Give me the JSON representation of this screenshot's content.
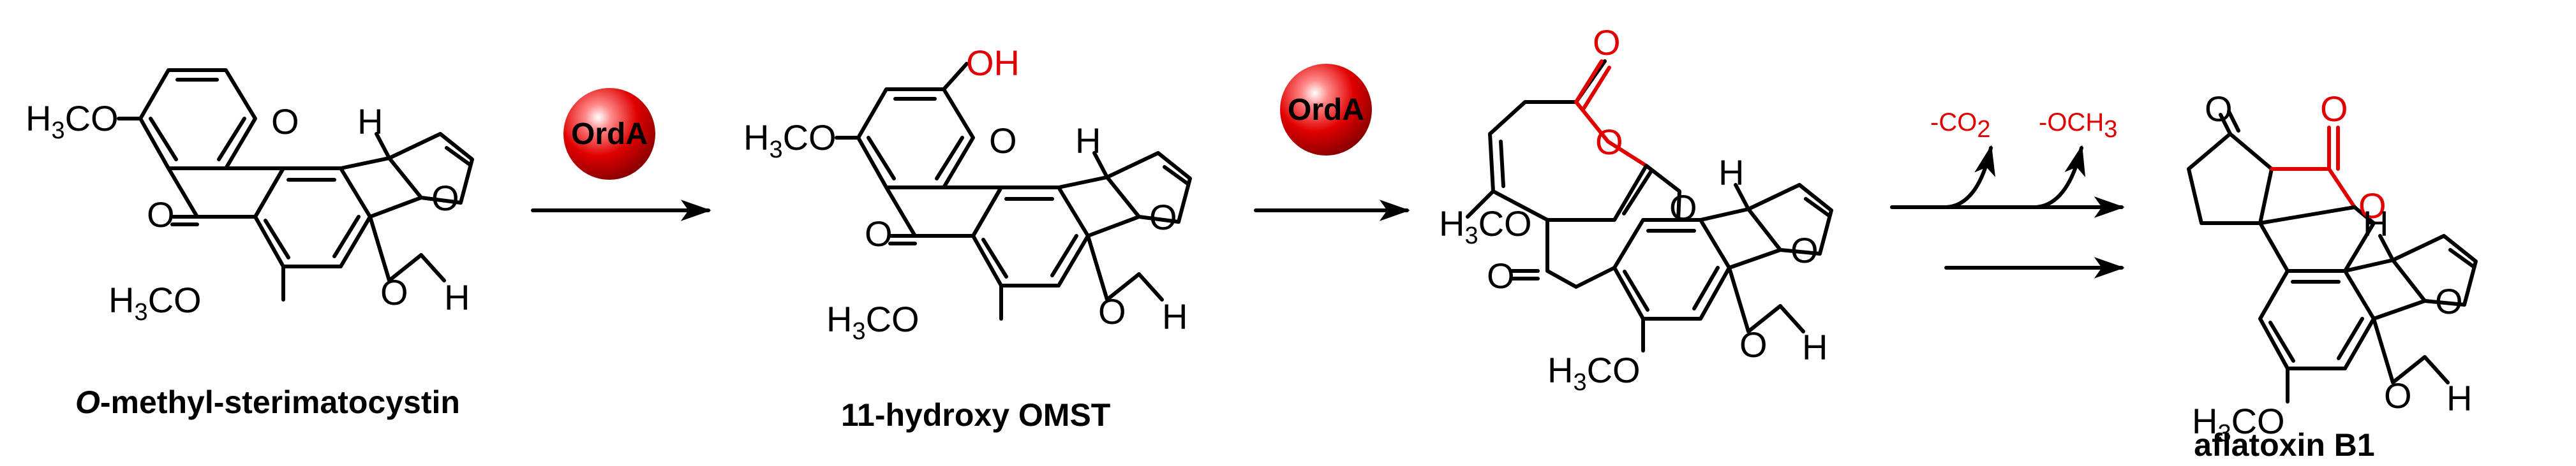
{
  "compounds": [
    {
      "name_prefix": "O",
      "name_rest": "-methyl-sterimatocystin"
    },
    {
      "name": "11-hydroxy OMST"
    },
    {
      "name": ""
    },
    {
      "name": "aflatoxin B1"
    }
  ],
  "atoms": {
    "h3co": "H",
    "h3co_sub": "3",
    "h3co_rest": "CO",
    "o": "O",
    "h": "H",
    "oh": "OH"
  },
  "enzymes": [
    {
      "label": "OrdA"
    },
    {
      "label": "OrdA"
    }
  ],
  "byproducts": {
    "co2": {
      "text": "-CO",
      "sub": "2"
    },
    "och3": {
      "text": "-OCH",
      "sub": "3"
    }
  },
  "colors": {
    "highlight": "#e00000",
    "enzyme_ball": "#e00000",
    "ink": "#000000"
  }
}
